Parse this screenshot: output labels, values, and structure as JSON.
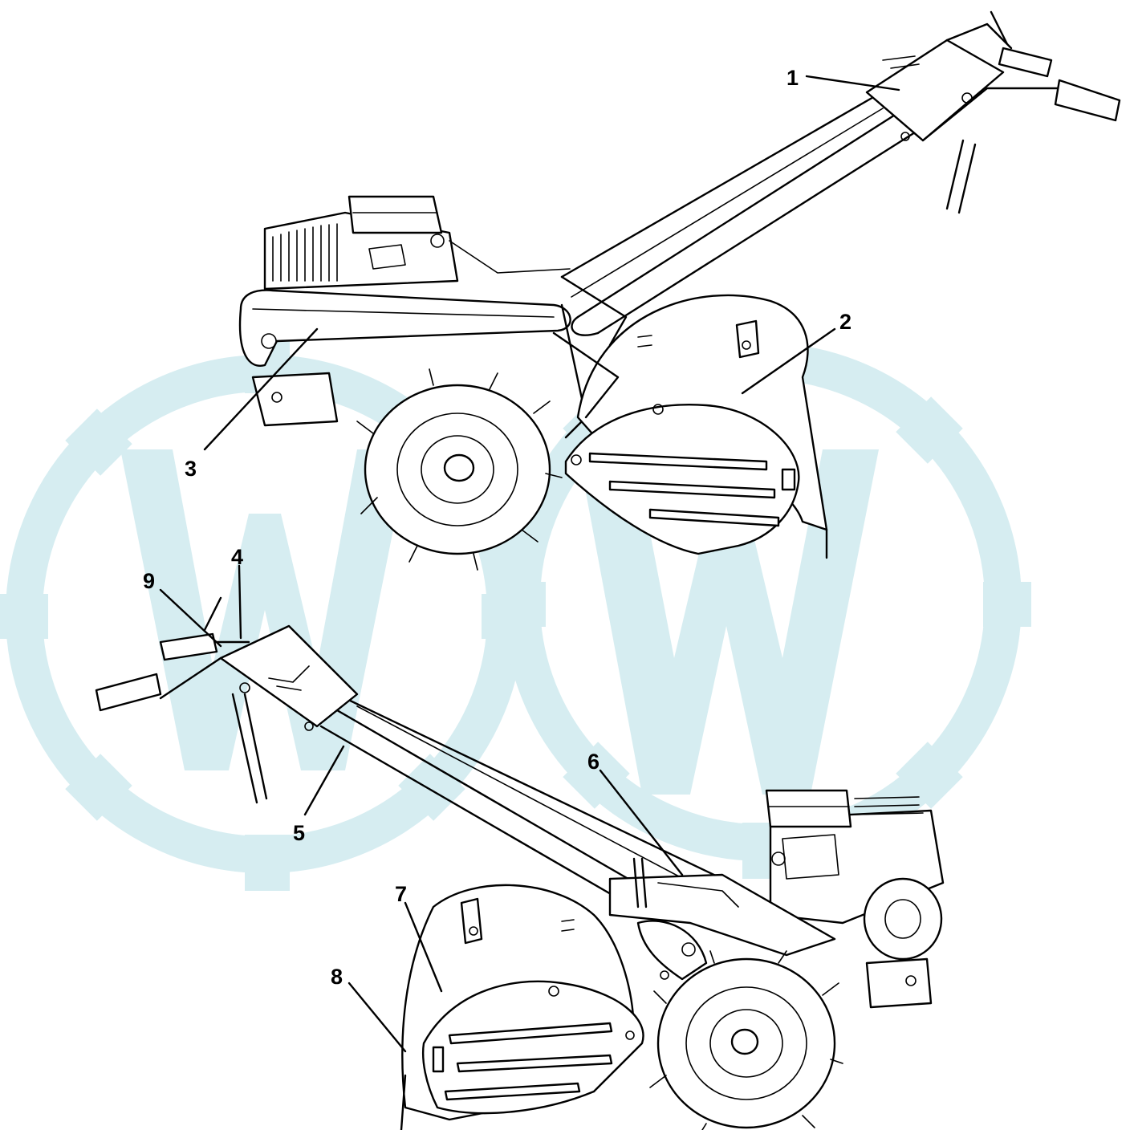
{
  "callouts": [
    {
      "id": "1",
      "label": "1"
    },
    {
      "id": "2",
      "label": "2"
    },
    {
      "id": "3",
      "label": "3"
    },
    {
      "id": "4",
      "label": "4"
    },
    {
      "id": "5",
      "label": "5"
    },
    {
      "id": "6",
      "label": "6"
    },
    {
      "id": "7",
      "label": "7"
    },
    {
      "id": "8",
      "label": "8"
    },
    {
      "id": "9",
      "label": "9"
    }
  ],
  "colors": {
    "watermark": "#d6edf1",
    "line": "#000000",
    "background": "#ffffff"
  }
}
